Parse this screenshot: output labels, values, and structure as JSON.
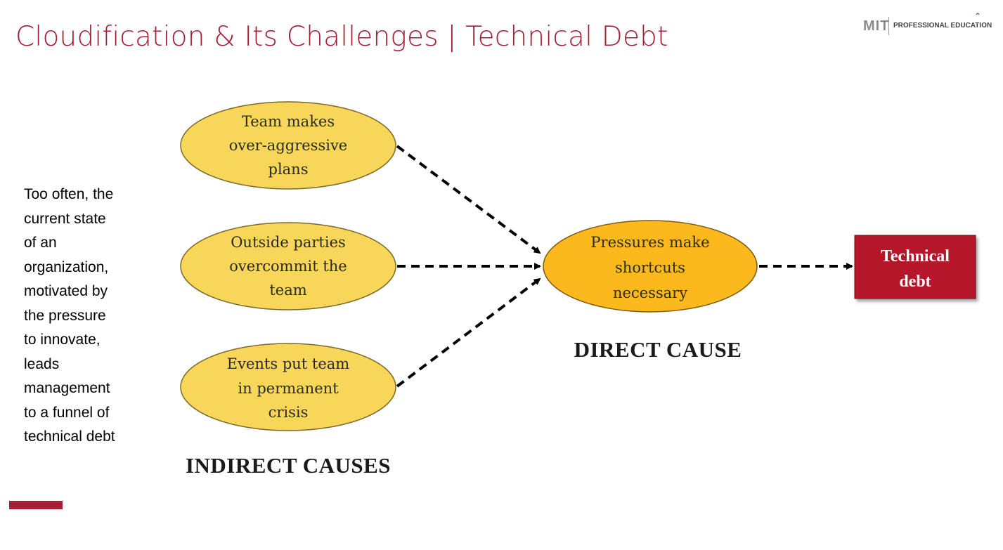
{
  "slide": {
    "title": "Cloudification & Its Challenges | Technical Debt",
    "logo": {
      "mark": "MIT",
      "text": "PROFESSIONAL EDUCATION"
    },
    "side_text": [
      "Too often, the",
      "current state",
      "of an",
      "organization,",
      "motivated by",
      "the pressure",
      "to innovate,",
      "leads",
      "management",
      "to a funnel of",
      "technical debt"
    ]
  },
  "diagram": {
    "indirect_causes": [
      {
        "lines": [
          "Team makes",
          "over-aggressive",
          "plans"
        ]
      },
      {
        "lines": [
          "Outside parties",
          "overcommit the",
          "team"
        ]
      },
      {
        "lines": [
          "Events put team",
          "in permanent",
          "crisis"
        ]
      }
    ],
    "direct_cause": {
      "lines": [
        "Pressures make",
        "shortcuts",
        "necessary"
      ]
    },
    "result": {
      "lines": [
        "Technical",
        "debt"
      ]
    },
    "indirect_label": "INDIRECT CAUSES",
    "direct_label": "DIRECT CAUSE"
  },
  "colors": {
    "accent": "#a31f34",
    "indirect_fill": "#f7d65a",
    "direct_fill": "#fbb91d",
    "result_fill": "#b5122b"
  }
}
